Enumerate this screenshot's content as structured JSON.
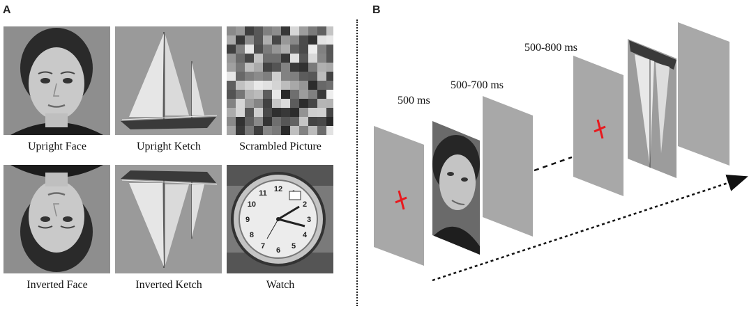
{
  "panels": {
    "a_label": "A",
    "b_label": "B"
  },
  "stimuli": [
    {
      "caption": "Upright Face",
      "icon": "upright-face-photo"
    },
    {
      "caption": "Upright Ketch",
      "icon": "upright-ketch-photo"
    },
    {
      "caption": "Scrambled Picture",
      "icon": "scrambled-picture"
    },
    {
      "caption": "Inverted Face",
      "icon": "inverted-face-photo"
    },
    {
      "caption": "Inverted Ketch",
      "icon": "inverted-ketch-photo"
    },
    {
      "caption": "Watch",
      "icon": "watch-photo"
    }
  ],
  "timeline": {
    "durations": [
      "500 ms",
      "500-700 ms",
      "500-800 ms"
    ],
    "fixation_color": "#e8191e",
    "screen_color": "#a8a8a8"
  }
}
